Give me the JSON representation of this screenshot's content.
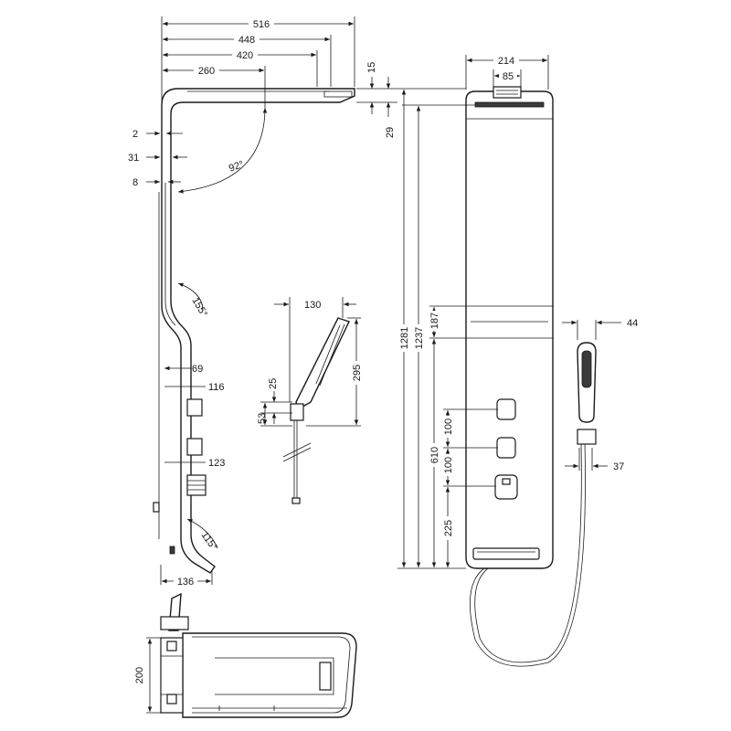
{
  "dimensions": {
    "side_516": "516",
    "side_448": "448",
    "side_420": "420",
    "side_260": "260",
    "side_15": "15",
    "side_29": "29",
    "side_2": "2",
    "side_31": "31",
    "side_8": "8",
    "angle_92": "92°",
    "angle_155": "155°",
    "side_69": "69",
    "side_116": "116",
    "side_123": "123",
    "angle_115": "115°",
    "side_136": "136",
    "hand_130": "130",
    "hand_295": "295",
    "hand_25": "25",
    "hand_53": "53",
    "front_214": "214",
    "front_85": "85",
    "front_1281": "1281",
    "front_1237": "1237",
    "front_187": "187",
    "front_610": "610",
    "front_100a": "100",
    "front_100b": "100",
    "front_225": "225",
    "shower_44": "44",
    "shower_37": "37",
    "top_200": "200"
  }
}
